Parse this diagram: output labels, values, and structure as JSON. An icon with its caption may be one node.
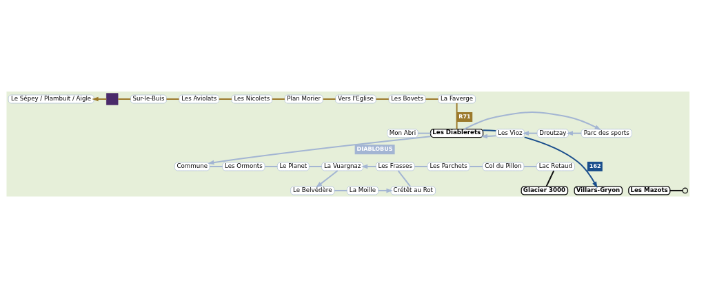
{
  "diagram": {
    "nodes": [
      {
        "text": [
          "Le Sépey / Plambuit / Aigle"
        ]
      },
      {
        "text": [],
        "shape": "box"
      },
      {
        "text": [
          "Sur-le-Buis"
        ]
      },
      {
        "text": [
          "Les Aviolats"
        ]
      },
      {
        "text": [
          "Les Nicolets"
        ]
      },
      {
        "text": [
          "Plan Morier"
        ]
      },
      {
        "text": [
          "Vers l'Eglise"
        ]
      },
      {
        "text": [
          "Les Bovets"
        ]
      },
      {
        "text": [
          "La Faverge"
        ]
      },
      {
        "text": [
          "Les Diablerets"
        ]
      },
      {
        "text": [
          "Mon Abri"
        ]
      },
      {
        "text": [
          "Commune"
        ]
      },
      {
        "text": [
          "Les Ormonts"
        ]
      },
      {
        "text": [
          "Le Planet"
        ]
      },
      {
        "text": [
          "La Vuargnaz"
        ]
      },
      {
        "text": [
          "Le Belvédère"
        ]
      },
      {
        "text": [
          "La Moille"
        ]
      },
      {
        "text": [
          "Crétêt au Rot"
        ]
      },
      {
        "text": [
          "Les Frasses"
        ]
      },
      {
        "text": [
          "Les Parchets"
        ]
      },
      {
        "text": [
          "Col du Pillon"
        ]
      },
      {
        "text": [
          "Lac Retaud"
        ]
      },
      {
        "text": [
          "Parc des sports"
        ]
      },
      {
        "text": [
          "Droutzay"
        ]
      },
      {
        "text": [
          "Les Vioz"
        ]
      },
      {
        "text": [
          "Villars-Gryon"
        ]
      },
      {
        "text": [
          "Glacier 3000"
        ]
      },
      {
        "text": [
          "Les Mazots"
        ]
      },
      {
        "text": [],
        "shape": "circle"
      }
    ],
    "edges": [
      {
        "from": 1,
        "to": 0,
        "arrow": "to",
        "color": "#9c7a2c"
      },
      {
        "from": 1,
        "to": 2,
        "arrow": "none",
        "color": "#9c7a2c"
      },
      {
        "from": 2,
        "to": 3,
        "arrow": "none",
        "color": "#9c7a2c"
      },
      {
        "from": 3,
        "to": 4,
        "arrow": "none",
        "color": "#9c7a2c"
      },
      {
        "from": 4,
        "to": 5,
        "arrow": "none",
        "color": "#9c7a2c"
      },
      {
        "from": 5,
        "to": 6,
        "arrow": "none",
        "color": "#9c7a2c"
      },
      {
        "from": 6,
        "to": 7,
        "arrow": "none",
        "color": "#9c7a2c"
      },
      {
        "from": 7,
        "to": 8,
        "arrow": "none",
        "color": "#9c7a2c"
      },
      {
        "from": 8,
        "to": 9,
        "arrow": "none",
        "label": "R71",
        "color": "#9c7a2c"
      },
      {
        "from": 10,
        "to": 9,
        "arrow": "none"
      },
      {
        "from": 9,
        "to": 11,
        "arrow": "to",
        "label": "DIABLOBUS"
      },
      {
        "from": 9,
        "to": 22,
        "arrow": "to"
      },
      {
        "from": 22,
        "to": 23,
        "arrow": "to"
      },
      {
        "from": 23,
        "to": 24,
        "arrow": "to"
      },
      {
        "from": 24,
        "to": 9,
        "arrow": "to"
      },
      {
        "from": 11,
        "to": 12,
        "arrow": "none"
      },
      {
        "from": 12,
        "to": 13,
        "arrow": "none"
      },
      {
        "from": 13,
        "to": 14,
        "arrow": "none"
      },
      {
        "from": 14,
        "to": 15,
        "arrow": "to"
      },
      {
        "from": 15,
        "to": 16,
        "arrow": "none"
      },
      {
        "from": 16,
        "to": 17,
        "arrow": "to"
      },
      {
        "from": 17,
        "to": 18,
        "arrow": "none"
      },
      {
        "from": 18,
        "to": 14,
        "arrow": "to"
      },
      {
        "from": 18,
        "to": 19,
        "arrow": "none"
      },
      {
        "from": 19,
        "to": 20,
        "arrow": "none"
      },
      {
        "from": 20,
        "to": 21,
        "arrow": "none"
      },
      {
        "from": 9,
        "to": 24,
        "arrow": "none",
        "color": "#1a4e8c"
      },
      {
        "from": 24,
        "to": 25,
        "arrow": "to",
        "label": "162",
        "color": "#1a4e8c"
      },
      {
        "from": 26,
        "to": 21,
        "arrow": "none",
        "color": "#111111"
      },
      {
        "from": 27,
        "to": 28,
        "arrow": "none",
        "color": "#111111"
      }
    ]
  }
}
